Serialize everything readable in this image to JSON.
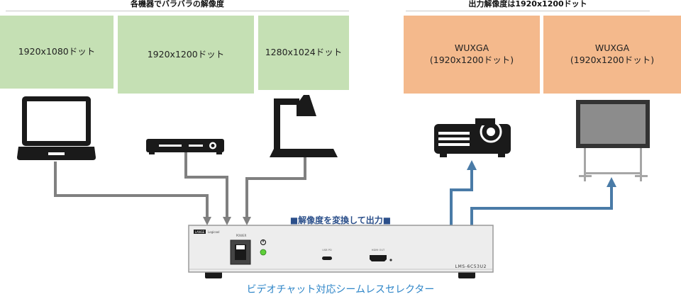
{
  "headings": {
    "left": "各機器でバラバラの解像度",
    "right": "出力解像度は1920x1200ドット"
  },
  "sources": [
    {
      "label": "1920x1080ドット"
    },
    {
      "label": "1920x1200ドット"
    },
    {
      "label": "1280x1024ドット"
    }
  ],
  "outputs": [
    {
      "label": "WUXGA\n(1920x1200ドット)"
    },
    {
      "label": "WUXGA\n(1920x1200ドット)"
    }
  ],
  "convert_label": "■解像度を変換して出力■",
  "device": {
    "logo": "LANGE",
    "brand": "Logicool",
    "power_label": "POWER",
    "port1_label": "USB PD",
    "port2_label": "HDMI OUT",
    "model": "LMS-6C53U2"
  },
  "caption": "ビデオチャット対応シームレスセレクター",
  "colors": {
    "source_fill": "#c5e0b4",
    "output_fill": "#f4b98c",
    "input_line": "#808080",
    "output_line": "#4a7ba7",
    "caption": "#2f86c8",
    "convert_label": "#2b4f8a"
  }
}
